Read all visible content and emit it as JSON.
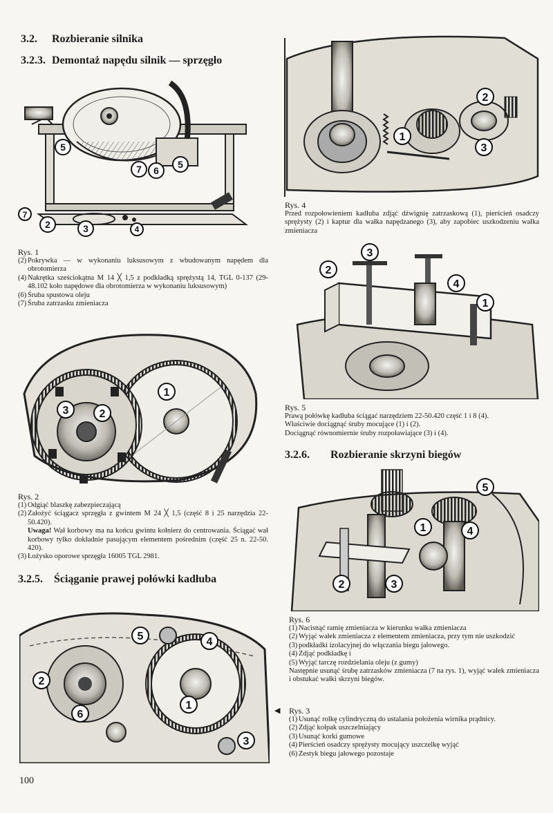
{
  "section_32": {
    "num": "3.2.",
    "title": "Rozbieranie silnika"
  },
  "section_323": {
    "num": "3.2.3.",
    "title": "Demontaż napędu silnik — sprzęgło"
  },
  "fig1": {
    "callouts": [
      "5",
      "7",
      "6",
      "5",
      "7",
      "2",
      "3",
      "4"
    ],
    "caption": "Rys. 1",
    "items": [
      {
        "n": "(2)",
        "t": "Pokrywka — w wykonaniu luksusowym z wbudowanym napędem dla obrotomierza"
      },
      {
        "n": "(4)",
        "t": "Nakrętka sześciokątna M 14 ╳ 1,5 z podkładką sprężystą 14, TGL 0-137 (29-48.102 koło napędowe dla obrotomierza w wykonaniu luksusowym)"
      },
      {
        "n": "(6)",
        "t": "Śruba spustowa oleju"
      },
      {
        "n": "(7)",
        "t": "Śruba zatrzasku zmieniacza"
      }
    ]
  },
  "fig2": {
    "callouts": [
      "3",
      "2",
      "1"
    ],
    "caption": "Rys. 2",
    "item1": {
      "n": "(1)",
      "t": "Odgiąć blaszkę zabezpieczającą"
    },
    "item2": {
      "n": "(2)",
      "t": "Założyć ściągacz sprzęgła z gwintem M 24 ╳ 1,5 (część 8 i 25 narzędzia 22-50.420)."
    },
    "warning_label": "Uwaga!",
    "warning_text": " Wał korbowy ma na końcu gwintu kołnierz do centrowania. Ściągać wał korbowy tylko dokładnie pasującym elementem pośrednim (część 25 n. 22-50. 420).",
    "item3": {
      "n": "(3)",
      "t": "Łożysko oporowe sprzęgła 16005 TGL 2981."
    }
  },
  "section_325": {
    "num": "3.2.5.",
    "title": "Ściąganie prawej połówki kadłuba"
  },
  "fig3": {
    "callouts": [
      "5",
      "4",
      "2",
      "1",
      "6",
      "3"
    ]
  },
  "page_number": "100",
  "fig4": {
    "callouts": [
      "2",
      "1",
      "3"
    ],
    "caption": "Rys. 4",
    "text": "Przed rozpołowieniem kadłuba zdjąć dźwignię zatrzaskową (1), pierścień osadczy sprężysty (2) i kaptur dla wałka napędzanego (3), aby zapobiec uszkodzeniu wałka zmieniacza"
  },
  "fig5": {
    "callouts": [
      "3",
      "2",
      "4",
      "1"
    ],
    "caption": "Rys. 5",
    "lines": [
      "Prawą połówkę kadłuba ściągać narzędziem 22-50.420 część 1 i 8 (4).",
      "Właściwie dociągnąć śruby mocujące (1) i (2).",
      "Dociągnąć równomiernie śruby rozpoławiające (3) i (4)."
    ]
  },
  "section_326": {
    "num": "3.2.6.",
    "title": "Rozbieranie skrzyni biegów"
  },
  "fig6": {
    "callouts": [
      "5",
      "1",
      "4",
      "2",
      "3"
    ],
    "caption": "Rys. 6",
    "items": [
      {
        "n": "(1)",
        "t": "Nacisnąć ramię zmieniacza w kierunku wałka zmieniacza"
      },
      {
        "n": "(2)",
        "t": "Wyjąć wałek zmieniacza z elementem zmieniacza, przy tym nie uszkodzić"
      },
      {
        "n": "(3)",
        "t": "podkładki izolacyjnej do włączania biegu jałowego."
      },
      {
        "n": "(4)",
        "t": "Zdjąć podkładkę i"
      },
      {
        "n": "(5)",
        "t": "Wyjąć tarczę rozdzielania oleju (z gumy)"
      }
    ],
    "extra": "Następnie usunąć śrubę zatrzasków zmieniacza (7 na rys. 1), wyjąć wałek zmieniacza i obstukać wałki skrzyni biegów."
  },
  "rys3": {
    "arrow": "◀",
    "caption": "Rys. 3",
    "items": [
      {
        "n": "(1)",
        "t": "Usunąć rolkę cylindryczną do ustalania położenia wirnika prądnicy."
      },
      {
        "n": "(2)",
        "t": "Zdjąć kołpak uszczelniający"
      },
      {
        "n": "(3)",
        "t": "Usunąć korki gumowe"
      },
      {
        "n": "(4)",
        "t": "Pierścień osadczy sprężysty mocujący uszczelkę wyjąć"
      },
      {
        "n": "(6)",
        "t": "Zestyk biegu jałowego pozostaje"
      }
    ]
  },
  "colors": {
    "ink": "#1a1a1a",
    "paper": "#f7f6f2",
    "shade": "#d6d3cb"
  }
}
